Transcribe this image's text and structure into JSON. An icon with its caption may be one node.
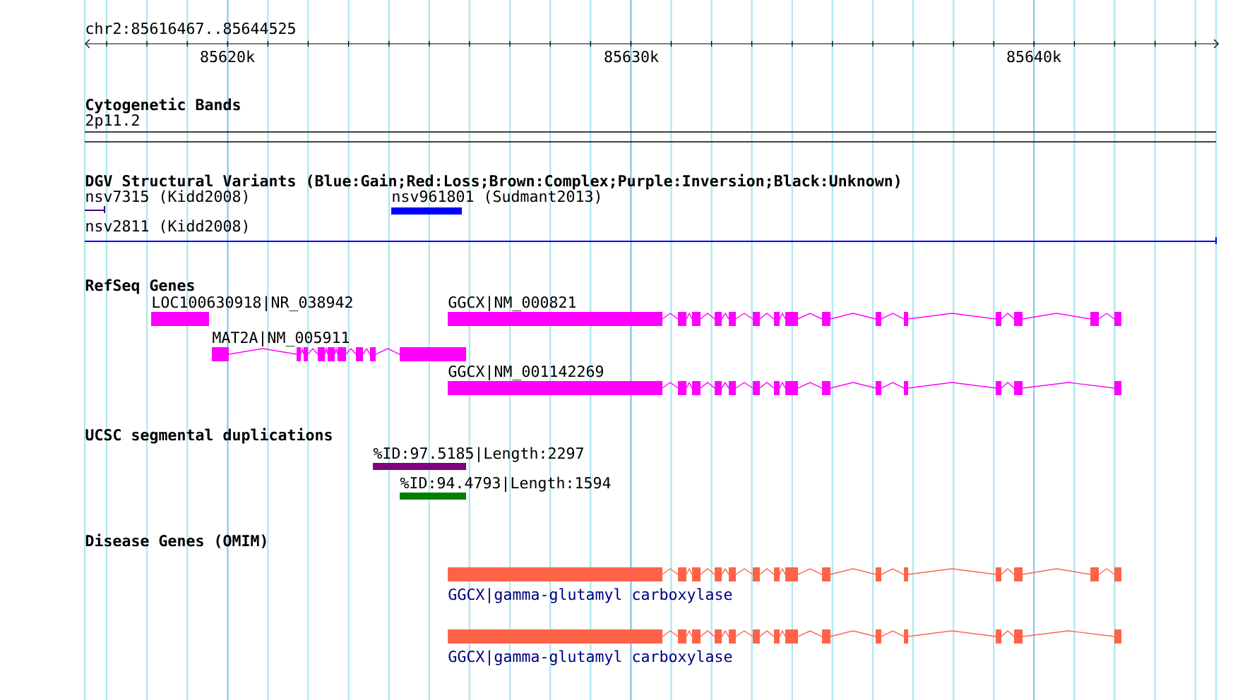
{
  "diagram": {
    "nodes": [
      {
        "text": [
          "nsv7315 (Kidd2008)"
        ]
      },
      {
        "text": [
          "nsv961801 (Sudmant2013)"
        ]
      },
      {
        "text": [
          "nsv2811 (Kidd2008)"
        ]
      },
      {
        "text": [
          "LOC100630918|NR_038942"
        ]
      },
      {
        "text": [
          "GGCX|NM_000821"
        ]
      },
      {
        "text": [
          "MAT2A|NM_005911"
        ]
      },
      {
        "text": [
          "GGCX|NM_001142269"
        ]
      },
      {
        "text": [
          "%ID:97.5185|Length:2297"
        ]
      },
      {
        "text": [
          "%ID:94.4793|Length:1594"
        ]
      },
      {
        "text": [
          "GGCX|gamma-glutamyl carboxylase"
        ]
      },
      {
        "text": [
          "GGCX|gamma-glutamyl carboxylase"
        ]
      }
    ],
    "labels": [
      "chr2:85616467..85644525",
      "85620k",
      "85630k",
      "85640k",
      "Cytogenetic Bands",
      "2p11.2",
      "DGV Structural Variants (Blue:Gain;Red:Loss;Brown:Complex;Purple:Inversion;Black:Unknown)",
      "RefSeq Genes",
      "UCSC segmental duplications",
      "Disease Genes (OMIM)"
    ]
  }
}
